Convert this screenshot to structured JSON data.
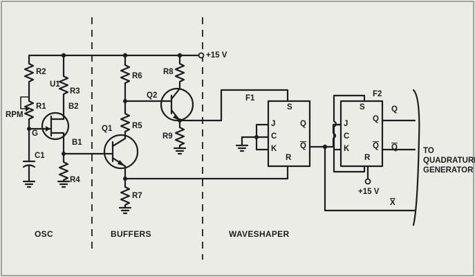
{
  "supply": {
    "label": "+15 V"
  },
  "supply_lower": {
    "label": "+15 V"
  },
  "sections": {
    "osc": "OSC",
    "buffers": "BUFFERS",
    "waveshaper": "WAVESHAPER"
  },
  "output": {
    "line1": "TO",
    "line2": "QUADRATURE",
    "line3": "GENERATOR"
  },
  "xbar_label": "X",
  "components": {
    "r2": "R2",
    "r1": "R1",
    "rpm": "RPM",
    "c1": "C1",
    "u1": "U1",
    "r3": "R3",
    "b2": "B2",
    "g": "G",
    "b1": "B1",
    "r4": "R4",
    "r6": "R6",
    "q1": "Q1",
    "r5": "R5",
    "r7": "R7",
    "r8": "R8",
    "q2": "Q2",
    "r9": "R9"
  },
  "flipflop_f1": {
    "name": "F1",
    "pins": {
      "s": "S",
      "j": "J",
      "c": "C",
      "k": "K",
      "r": "R",
      "q": "Q",
      "qbar": "Q"
    }
  },
  "flipflop_f2": {
    "name": "F2",
    "pins": {
      "s": "S",
      "j": "J",
      "c": "C",
      "k": "K",
      "r": "R",
      "q": "Q",
      "qbar": "Q"
    }
  }
}
